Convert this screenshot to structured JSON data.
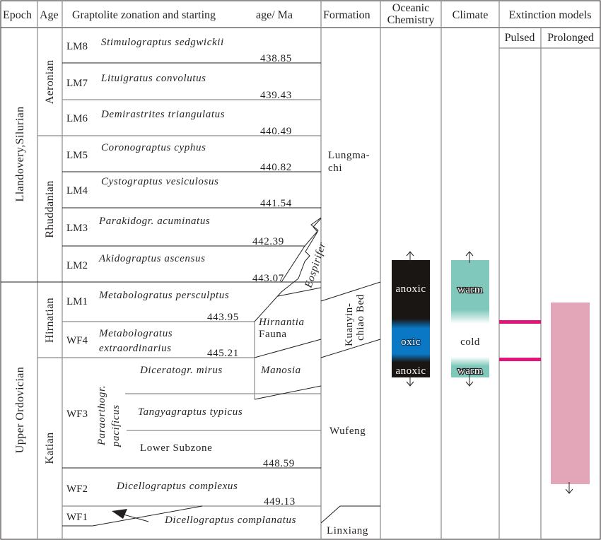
{
  "headers": {
    "epoch": "Epoch",
    "age": "Age",
    "zonation": "Graptolite zonation and starting",
    "age_unit": "age/ Ma",
    "formation": "Formation",
    "oceanic_line1": "Oceanic",
    "oceanic_line2": "Chemistry",
    "climate": "Climate",
    "extinction": "Extinction models",
    "pulsed": "Pulsed",
    "prolonged": "Prolonged"
  },
  "epochs": [
    {
      "label": "Llandovery,Silurian"
    },
    {
      "label": "Upper Ordovician"
    }
  ],
  "ages": [
    {
      "label": "Aeronian"
    },
    {
      "label": "Rhuddanian"
    },
    {
      "label": "Hirnatian"
    },
    {
      "label": "Katian"
    }
  ],
  "zones": [
    {
      "code": "LM8",
      "taxon": "Stimulograptus sedgwickii",
      "start_age": "438.85"
    },
    {
      "code": "LM7",
      "taxon": "Lituigratus convolutus",
      "start_age": "439.43"
    },
    {
      "code": "LM6",
      "taxon": "Demirastrites triangulatus",
      "start_age": "440.49"
    },
    {
      "code": "LM5",
      "taxon": "Coronograptus cyphus",
      "start_age": "440.82"
    },
    {
      "code": "LM4",
      "taxon": "Cystograptus vesiculosus",
      "start_age": "441.54"
    },
    {
      "code": "LM3",
      "taxon": "Parakidogr. acuminatus",
      "start_age": "442.39"
    },
    {
      "code": "LM2",
      "taxon": "Akidograptus ascensus",
      "start_age": "443.07"
    },
    {
      "code": "LM1",
      "taxon": "Metabologratus persculptus",
      "start_age": "443.95"
    },
    {
      "code": "WF4",
      "taxon_line1": "Metabologratus",
      "taxon_line2": "extraordinarius",
      "start_age": "445.21"
    },
    {
      "code": "WF3",
      "subzone_group": "Paraorthogr.",
      "subzone_group2": "pacificus",
      "subzones": [
        "Diceratogr. mirus",
        "Tangyagraptus typicus",
        "Lower Subzone"
      ],
      "start_age": "448.59"
    },
    {
      "code": "WF2",
      "taxon": "Dicellograptus complexus",
      "start_age": "449.13"
    },
    {
      "code": "WF1",
      "taxon": "Dicellograptus complanatus"
    }
  ],
  "faunas": {
    "eospirifer": "Eospirifer",
    "hirnantia_line1": "Hirnantia",
    "hirnantia_line2": "Fauna",
    "manosia": "Manosia"
  },
  "formations": {
    "lungmachi_line1": "Lungma-",
    "lungmachi_line2": "chi",
    "kuanyinchiao_line1": "Kuanyin-",
    "kuanyinchiao_line2": "chiao Bed",
    "wufeng": "Wufeng",
    "linxiang": "Linxiang"
  },
  "oceanic_chemistry": {
    "upper": "anoxic",
    "middle": "oxic",
    "lower": "anoxic",
    "colors": {
      "anoxic": "#1a1614",
      "oxic": "#0a78c4"
    }
  },
  "climate": {
    "upper": "warm",
    "middle": "cold",
    "lower": "warm",
    "colors": {
      "warm": "#7fc8bb"
    }
  },
  "extinction_models": {
    "pulsed_color": "#e0157a",
    "prolonged_color": "#e3a5b8"
  }
}
